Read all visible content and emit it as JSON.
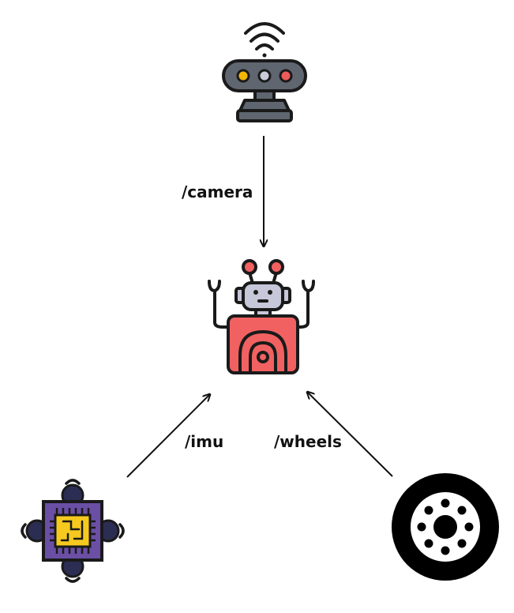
{
  "diagram": {
    "nodes": [
      {
        "id": "camera",
        "icon": "depth-camera-icon"
      },
      {
        "id": "robot",
        "icon": "robot-icon"
      },
      {
        "id": "imu",
        "icon": "imu-chip-icon"
      },
      {
        "id": "wheel",
        "icon": "wheel-icon"
      }
    ],
    "edges": [
      {
        "from": "camera",
        "to": "robot",
        "label": "/camera"
      },
      {
        "from": "imu",
        "to": "robot",
        "label": "/imu"
      },
      {
        "from": "wheel",
        "to": "robot",
        "label": "/wheels"
      }
    ]
  },
  "colors": {
    "outline": "#1a1a1a",
    "camera_body": "#5f6670",
    "camera_led_left": "#f2b705",
    "camera_led_mid": "#c9cbd8",
    "camera_led_right": "#ef5a5a",
    "robot_body": "#f26161",
    "robot_head": "#c6c7d9",
    "robot_antenna": "#f26161",
    "chip_body": "#6b4fa5",
    "chip_core": "#f6c91e",
    "chip_mount": "#2b2e52",
    "wheel_tire": "#000000",
    "wheel_rim": "#ffffff"
  }
}
